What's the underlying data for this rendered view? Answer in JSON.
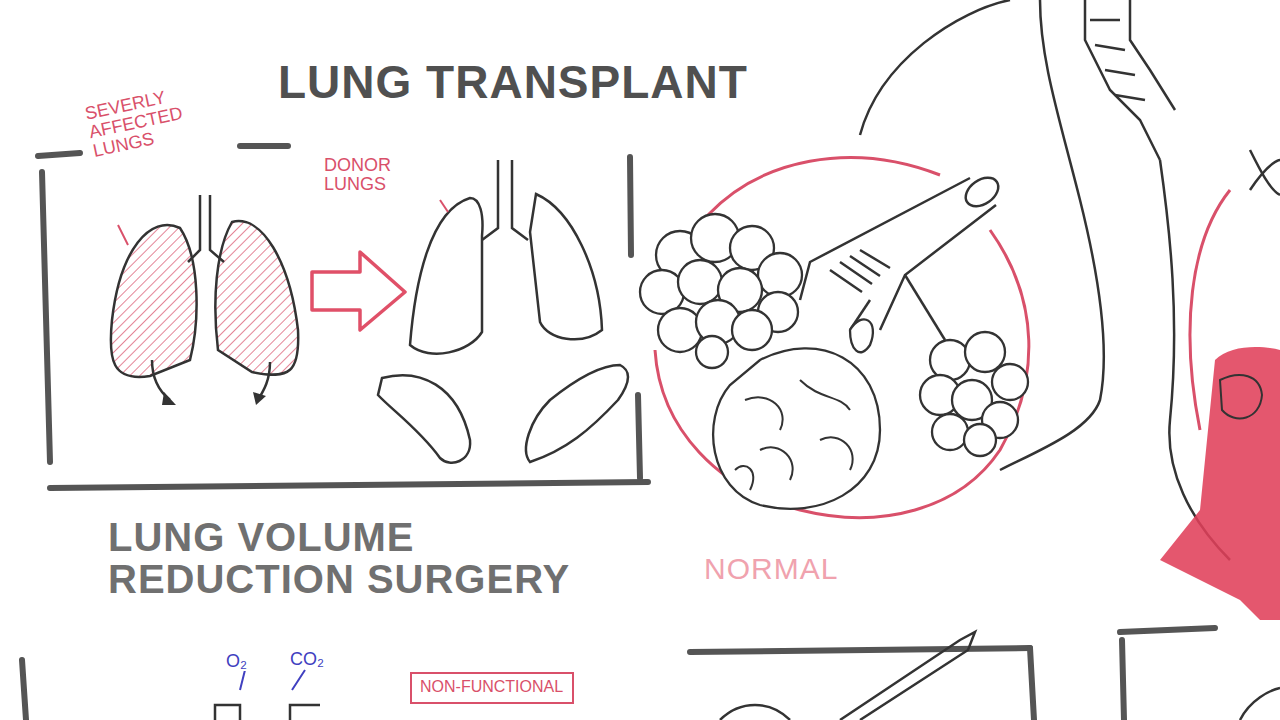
{
  "diagram": {
    "title": "LUNG TRANSPLANT",
    "nodes": [
      {
        "text": [
          "SEVERLY AFFECTED LUNGS",
          "DONOR LUNGS"
        ]
      },
      {
        "text": [
          "LUNG VOLUME REDUCTION SURGERY"
        ]
      },
      {
        "text": [
          "NON-FUNCTIONAL"
        ],
        "in": 1
      }
    ],
    "labels": [
      "NORMAL",
      "O₂",
      "CO₂"
    ]
  }
}
